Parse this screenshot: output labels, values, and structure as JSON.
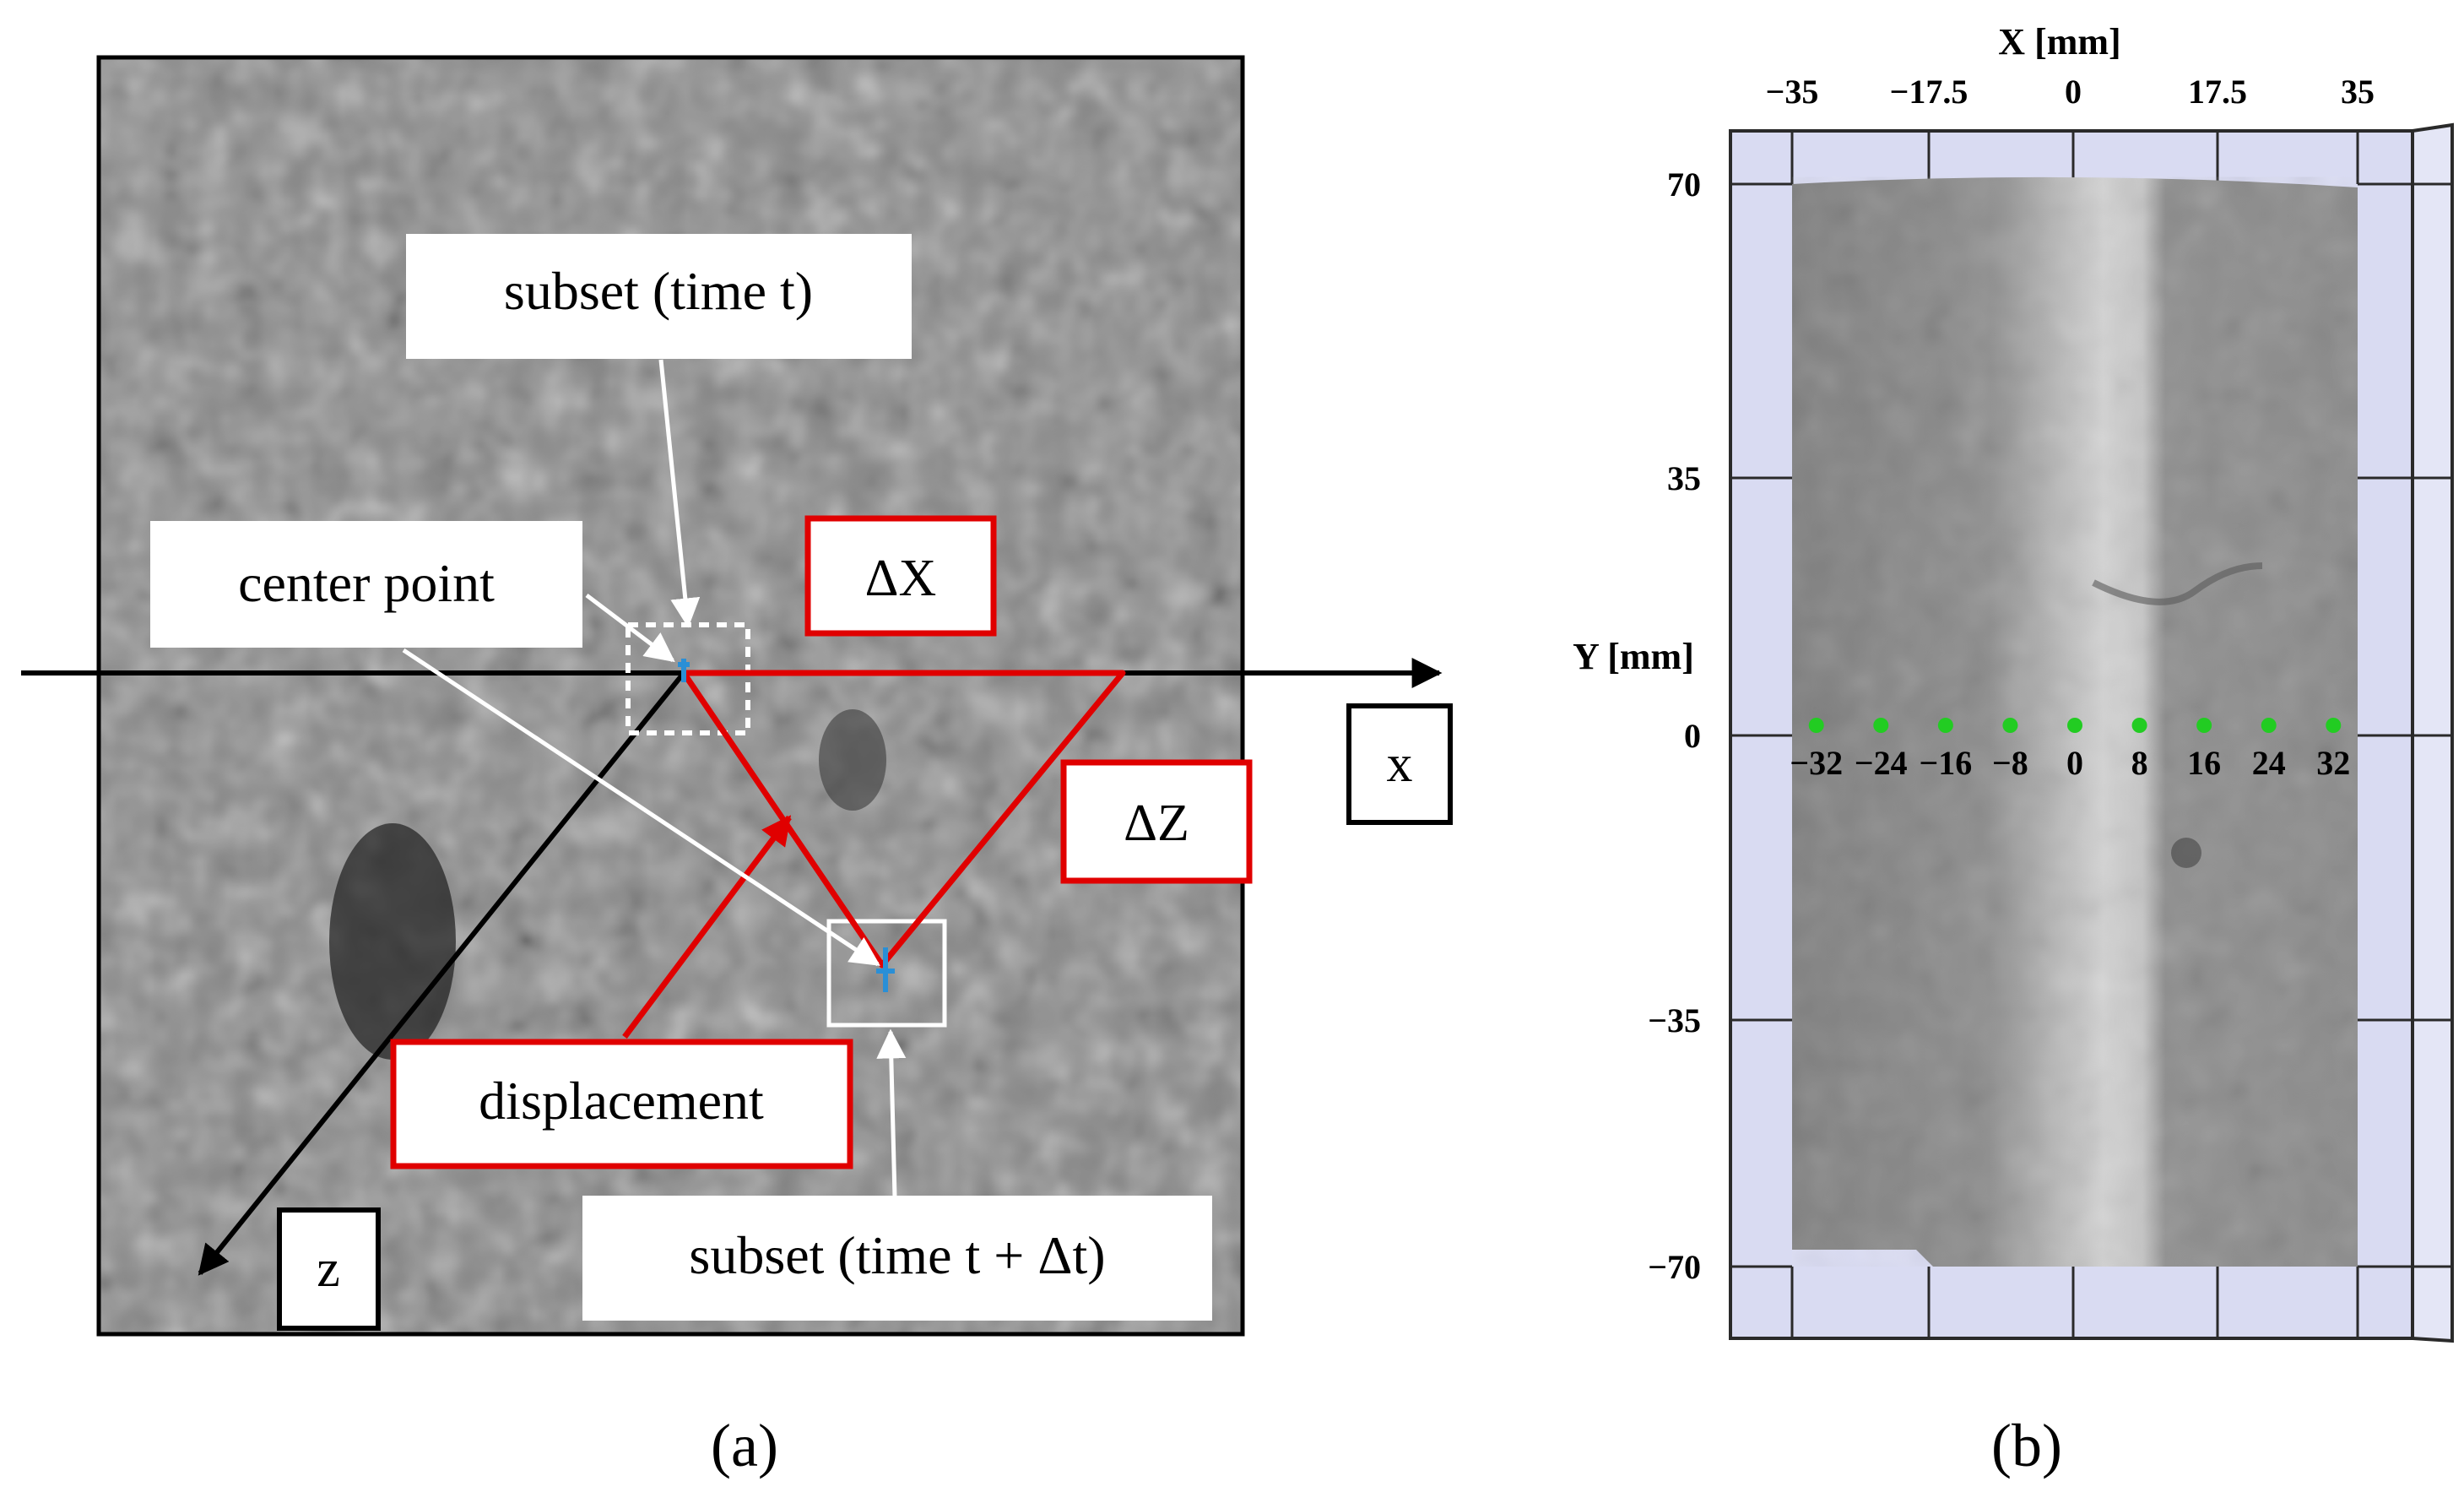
{
  "panel_a": {
    "caption": "(a)",
    "labels": {
      "subset_t": "subset (time t)",
      "center_point": "center point",
      "delta_x": "ΔX",
      "delta_z": "ΔZ",
      "axis_x": "x",
      "axis_z": "z",
      "displacement": "displacement",
      "subset_t_dt": "subset (time t + Δt)"
    },
    "colors": {
      "highlight": "#e00000",
      "arrow": "#ffffff",
      "marker": "#2a8fd6"
    }
  },
  "panel_b": {
    "caption": "(b)",
    "x_axis_label": "X [mm]",
    "y_axis_label": "Y [mm]",
    "x_ticks": [
      "−35",
      "−17.5",
      "0",
      "17.5",
      "35"
    ],
    "y_ticks": [
      "70",
      "35",
      "0",
      "−35",
      "−70"
    ],
    "point_labels": [
      "−32",
      "−24",
      "−16",
      "−8",
      "0",
      "8",
      "16",
      "24",
      "32"
    ],
    "point_x_mm": [
      -32,
      -24,
      -16,
      -8,
      0,
      8,
      16,
      24,
      32
    ],
    "point_y_mm": 0,
    "colors": {
      "points": "#22cc22",
      "grid": "#2a2a2a",
      "frame": "#d9dbf2"
    }
  }
}
